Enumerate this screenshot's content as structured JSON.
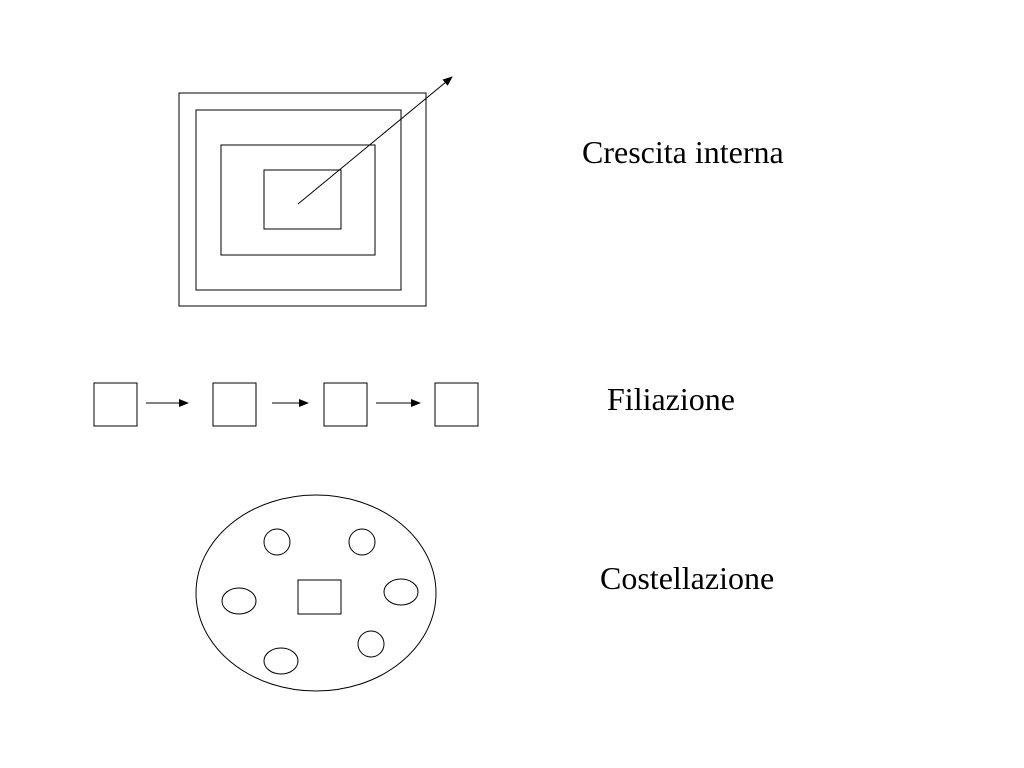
{
  "labels": {
    "internal_growth": "Crescita interna",
    "filiation": "Filiazione",
    "constellation": "Costellazione"
  },
  "colors": {
    "stroke": "#000000",
    "background": "#ffffff"
  }
}
